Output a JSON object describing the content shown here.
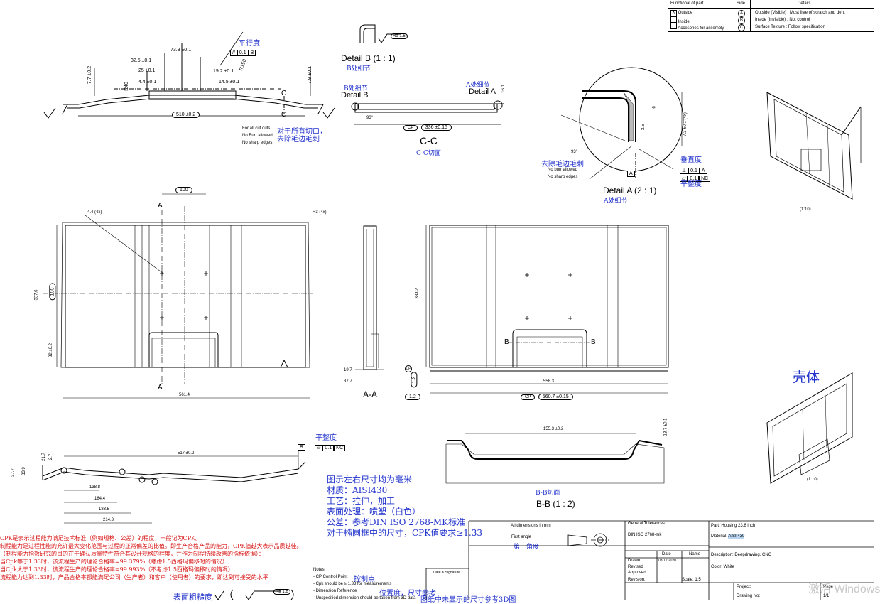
{
  "function_table": {
    "header": [
      "Functional of part",
      "Side",
      "Details"
    ],
    "rows": [
      {
        "check": "X",
        "part": "Outside",
        "side": "A",
        "detail": "Outside (Visible)  : Must free of scratch and dent"
      },
      {
        "check": "",
        "part": "Inside",
        "side": "B",
        "detail": "Inside (Invisible)  : Not control"
      },
      {
        "check": "",
        "part": "Accesories for assembly",
        "side": "C",
        "detail": "Surface Texture  : Follow specification"
      }
    ]
  },
  "top_view": {
    "dims": {
      "d73": "73.3 ±0.1",
      "d32": "32.5 ±0.1",
      "d25": "25 ±0.1",
      "d44": "4.4 ±0.1",
      "d192": "19.2 ±0.1",
      "d145": "14.5 ±0.1",
      "d77": "7.7 ±0.2",
      "d79": "7.9 ±0.1",
      "d510": "510 ±0.2",
      "r150": "R150",
      "r40": "R40"
    },
    "parallel_label": "平行度",
    "parallel_frame": [
      "//",
      "0.1",
      "B"
    ],
    "notes_en": [
      "For all cut outs",
      "No Burr allowed",
      "No sharp edges"
    ],
    "notes_cn": [
      "对于所有切口，",
      "去除毛边毛刺"
    ],
    "section_letter": "C"
  },
  "detail_b": {
    "title": "Detail B (1 : 1)",
    "cn": "B处细节",
    "ra": "Ra 1.6"
  },
  "section_cc": {
    "b_label_cn": "B处细节",
    "b_label": "Detail B",
    "a_label_cn": "A处细节",
    "a_label": "Detail A",
    "dim": "336 ±0.15",
    "angle": "93°",
    "cp": "CP",
    "d161": "16.1",
    "title": "C-C",
    "cn": "C-C切面"
  },
  "detail_a": {
    "title": "Detail A (2 : 1)",
    "cn": "A处细节",
    "perp_cn": "垂直度",
    "perp_frame": [
      "⊥",
      "0.1",
      "A"
    ],
    "flat_frame": [
      "▱",
      "0.1",
      "NC"
    ],
    "flat_cn": "平整度",
    "burr_cn": "去除毛边毛刺",
    "burr_en": [
      "No burr allowed",
      "No sharp edges"
    ],
    "angle": "93°",
    "d6": "6",
    "d35": "3.5",
    "d73": "7.3 ±0.1 (4x)",
    "datum": "A"
  },
  "iso_top": {
    "scale": "(1:10)"
  },
  "iso_bottom": {
    "scale": "(1:10)",
    "label": "壳体"
  },
  "front_view": {
    "d100": "100",
    "d44": "4.4 (4x)",
    "r3": "R3 (4x)",
    "d3376": "337.6",
    "d100v": "100",
    "d82": "82 ±0.2",
    "d5614": "561.4",
    "a": "A"
  },
  "section_aa": {
    "d197": "19.7",
    "d377": "37.7",
    "title": "A-A"
  },
  "back_view": {
    "d3332": "333.2",
    "d5583": "558.3",
    "d5607": "560.7 ±0.15",
    "cp": "CP",
    "d12v": "1.2",
    "d12h": "1.2",
    "b": "B"
  },
  "side_view": {
    "d517": "517 ±0.2",
    "d1388": "138.8",
    "d1644": "164.4",
    "d1835": "183.5",
    "d2143": "214.3",
    "d217": "21.7",
    "d27": "2.7",
    "d377": "37.7",
    "d339": "33.9",
    "flat_cn": "平整度",
    "flat_frame": [
      "▱",
      "0.1",
      "NC"
    ],
    "datum": "B"
  },
  "section_bb": {
    "d1553": "155.3 ±0.2",
    "d137": "13.7 ±0.1",
    "cn": "B-B切面",
    "title": "B-B (1 : 2)"
  },
  "cn_notes": [
    "图示左右尺寸均为毫米",
    "材质：AISI430",
    "工艺：拉伸，加工",
    "表面处理：喷塑（白色）",
    "公差：参考DIN ISO 2768-MK标准",
    "对于椭圆框中的尺寸，CPK值要求≥1.33"
  ],
  "red_notes": [
    "CPK是表示过程能力满足技术标准（例如规格、公差）的程度，一般记为CPK。",
    "制程能力是过程性能的允许最大变化范围与过程的正常偏差的比值。即生产合格产品的能力，CPK值越大表示品质越佳。",
    "（制程能力指数研究的目的在于确认质量特性符合其设计规格的程度，并作为制程持续改善的指标依据）：",
    "当Cpk等于1.33时，该流程生产的理论合格率=99.379%（考虑1.5西格玛偏移时的情况）",
    "当Cpk大于1.33时，该流程生产的理论合格率=99.993%（不考虑1.5西格玛偏移时的情况）",
    "流程能力达到1.33时，产品合格率都能满足公司（生产者）和客户（使用者）的要求，即达到可接受的水平"
  ],
  "bottom_notes": {
    "header": "Notes:",
    "lines": [
      "- CP Control Point",
      "- Cpk should be ≥ 1.33 for        measurements",
      "- Dimension Reference",
      "- Unspecified dimension should be taken from 3D data"
    ],
    "cn1": "控制点",
    "cn2": "位置度，尺寸参考",
    "cn3": "图纸中未显示的尺寸参考3D图",
    "roughness": "表面粗糙度",
    "ra": "Ra 1.6"
  },
  "title_block": {
    "all_dims": "All dimensions in mm",
    "first_angle": "First angle",
    "first_angle_cn": "第一角度",
    "gen_tol": "General Tolerances:",
    "gen_tol_val": "DIN ISO 2768-mk",
    "date_hdr": "Date",
    "name_hdr": "Name",
    "drawn": "Drawn",
    "drawn_date": "03.12.2020",
    "revised": "Revised",
    "approved": "Approved",
    "revision": "Revision:",
    "scale": "Scale: 1:5",
    "part": "Part: Housing 23.6 inch",
    "material_label": "Material:",
    "material": "AISI 430",
    "description": "Description: Deepdrawing, CNC",
    "color": "Color: White",
    "project": "Project:",
    "drawing_no": "Drawing No:",
    "page": "Page",
    "page_val": "1/1",
    "date_sig": "Date & Signature"
  },
  "watermark": "激活 Windows"
}
